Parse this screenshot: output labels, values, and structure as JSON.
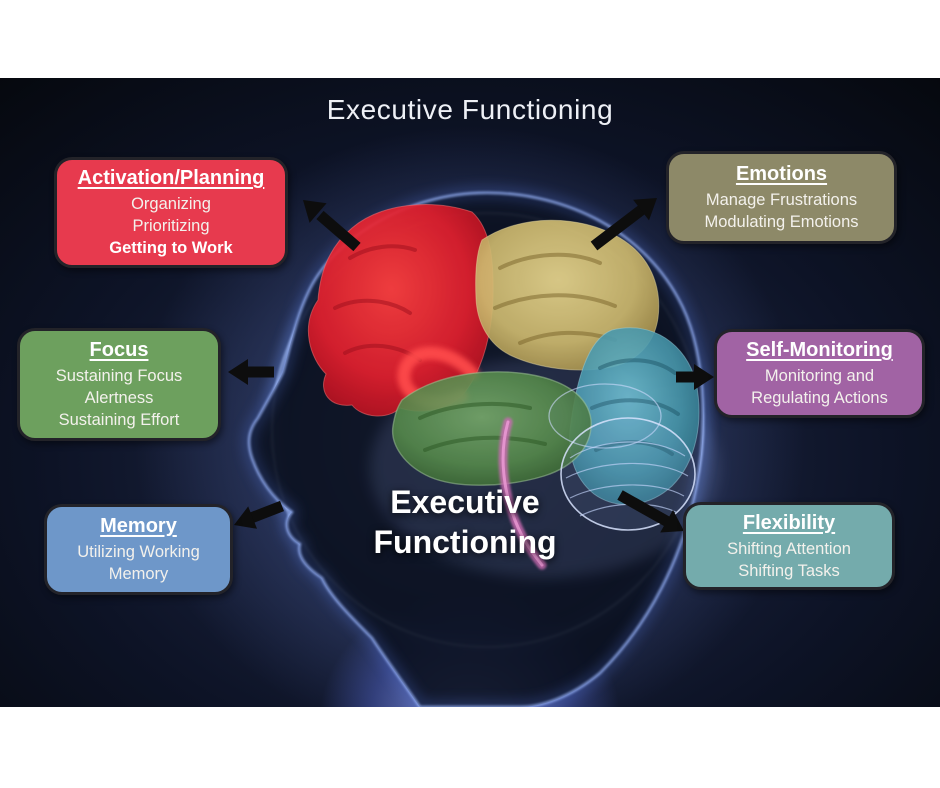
{
  "title": "Executive Functioning",
  "center_label": {
    "line1": "Executive",
    "line2": "Functioning"
  },
  "colors": {
    "canvas": "#ffffff",
    "scene_base": "#04060a",
    "scene_glow": "#6c80ba",
    "arrow": "#0d0d0d",
    "heading_text": "#ffffff",
    "body_text": "#f3f1ec"
  },
  "boxes": [
    {
      "id": "activation-planning",
      "title": "Activation/Planning",
      "items": [
        "Organizing",
        "Prioritizing",
        "Getting to Work"
      ],
      "emphasized_item": "Getting to Work",
      "fill": "#e73a4e"
    },
    {
      "id": "focus",
      "title": "Focus",
      "items": [
        "Sustaining Focus",
        "Alertness",
        "Sustaining Effort"
      ],
      "fill": "#6da05e"
    },
    {
      "id": "memory",
      "title": "Memory",
      "items": [
        "Utilizing Working Memory"
      ],
      "fill": "#6e97c9"
    },
    {
      "id": "emotions",
      "title": "Emotions",
      "items": [
        "Manage Frustrations",
        "Modulating Emotions"
      ],
      "fill": "#8d8968"
    },
    {
      "id": "self-monitoring",
      "title": "Self-Monitoring",
      "items": [
        "Monitoring and Regulating Actions"
      ],
      "fill": "#a163a4"
    },
    {
      "id": "flexibility",
      "title": "Flexibility",
      "items": [
        "Shifting Attention",
        "Shifting Tasks"
      ],
      "fill": "#74abac"
    }
  ],
  "illustration": {
    "regions": [
      {
        "name": "frontal-lobe",
        "color": "#d8202f"
      },
      {
        "name": "parietal-lobe",
        "color": "#cdb96f"
      },
      {
        "name": "occipital-lobe",
        "color": "#4796ab"
      },
      {
        "name": "temporal-lobe",
        "color": "#55894b"
      },
      {
        "name": "cerebellum",
        "color": "#c3d4fb"
      },
      {
        "name": "brainstem",
        "color": "#c86bb1"
      }
    ]
  }
}
